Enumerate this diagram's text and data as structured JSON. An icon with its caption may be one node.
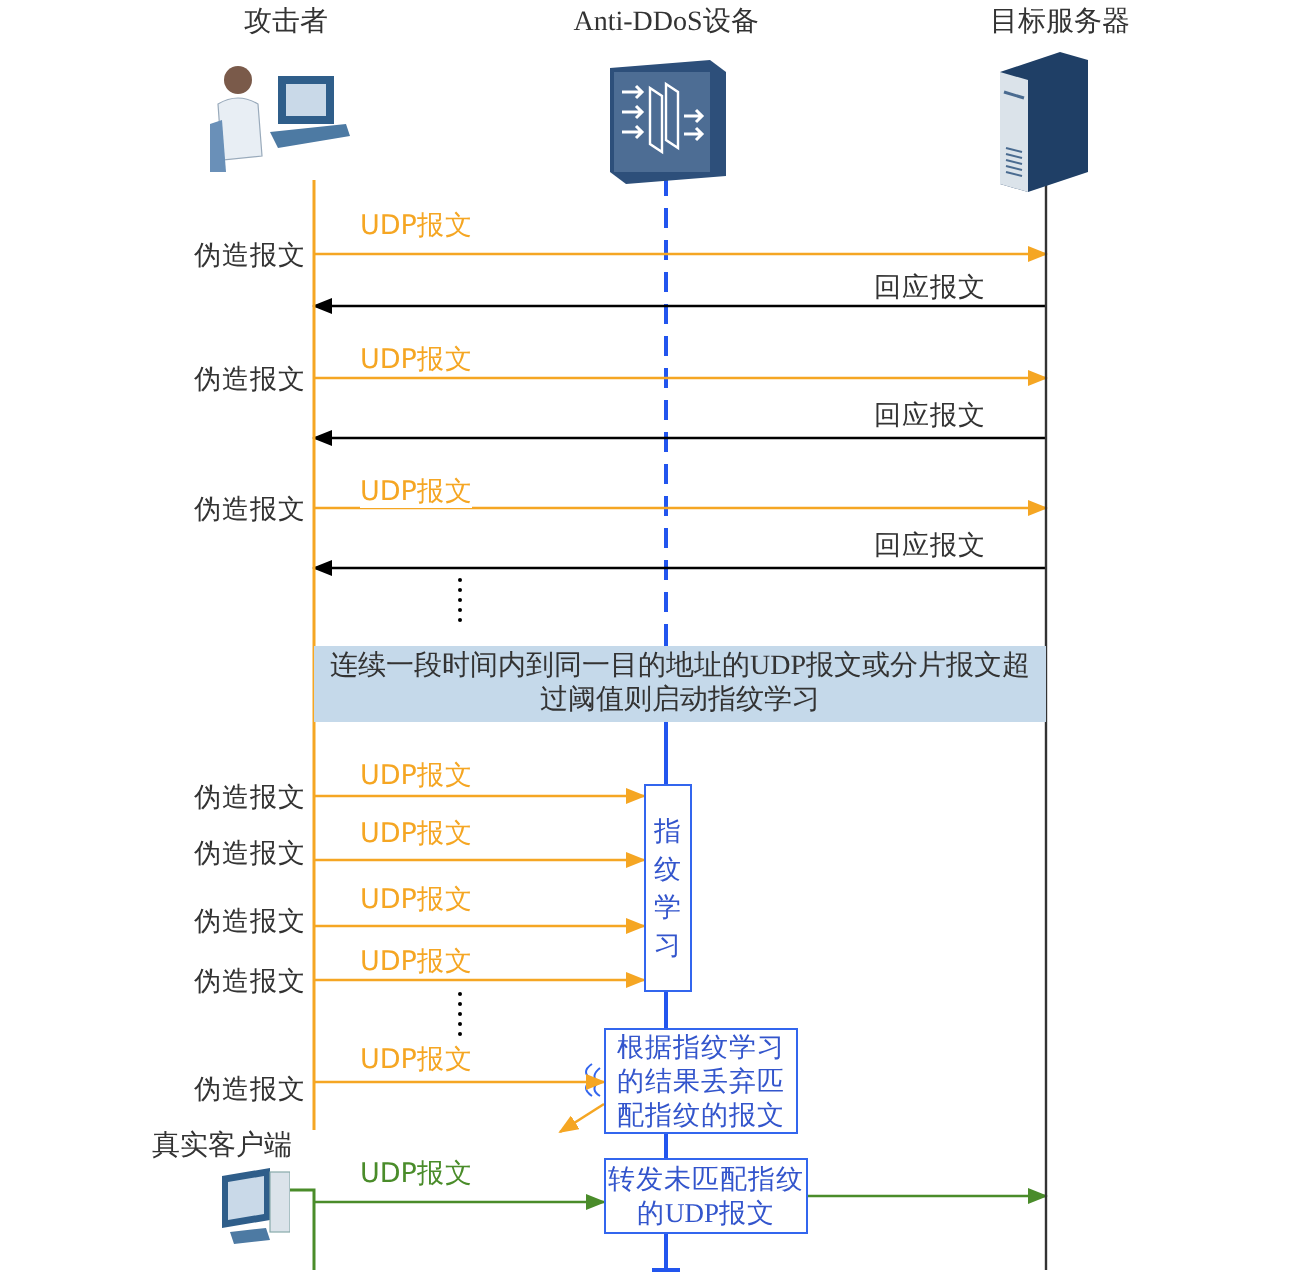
{
  "diagram": {
    "nodes": [
      {
        "text": [
          "攻击者"
        ]
      },
      {
        "text": [
          "Anti-DDoS设备"
        ]
      },
      {
        "text": [
          "目标服务器"
        ]
      },
      {
        "text": [
          "连续一段时间内到同一目的地址的UDP报文或分片报文超过阈值则启动指纹学习"
        ]
      },
      {
        "text": [
          "指纹学习"
        ]
      },
      {
        "text": [
          "根据指纹学习的结果丢弃匹配指纹的报文"
        ]
      },
      {
        "text": [
          "转发未匹配指纹的UDP报文"
        ]
      },
      {
        "text": [
          "真实客户端"
        ]
      }
    ],
    "edges": [
      {
        "from": 0,
        "to": 2,
        "arrow": "to",
        "label": "UDP报文"
      },
      {
        "from": 2,
        "to": 0,
        "arrow": "to",
        "label": "回应报文",
        "color": "#000000"
      },
      {
        "from": 0,
        "to": 2,
        "arrow": "to",
        "label": "UDP报文"
      },
      {
        "from": 2,
        "to": 0,
        "arrow": "to",
        "label": "回应报文",
        "color": "#000000"
      },
      {
        "from": 0,
        "to": 2,
        "arrow": "to",
        "label": "UDP报文"
      },
      {
        "from": 2,
        "to": 0,
        "arrow": "to",
        "label": "回应报文",
        "color": "#000000"
      },
      {
        "from": 0,
        "to": 4,
        "arrow": "to",
        "label": "UDP报文"
      },
      {
        "from": 0,
        "to": 4,
        "arrow": "to",
        "label": "UDP报文"
      },
      {
        "from": 0,
        "to": 4,
        "arrow": "to",
        "label": "UDP报文"
      },
      {
        "from": 0,
        "to": 4,
        "arrow": "to",
        "label": "UDP报文"
      },
      {
        "from": 0,
        "to": 5,
        "arrow": "to",
        "label": "UDP报文"
      },
      {
        "from": 5,
        "to": null,
        "arrow": "to"
      },
      {
        "from": 7,
        "to": 6,
        "arrow": "to",
        "label": "UDP报文",
        "color": "#4a8c2a"
      },
      {
        "from": 6,
        "to": 2,
        "arrow": "to",
        "color": "#4a8c2a"
      }
    ],
    "labels": [
      "伪造报文",
      "伪造报文",
      "伪造报文",
      "伪造报文",
      "伪造报文",
      "伪造报文",
      "伪造报文",
      "伪造报文"
    ]
  }
}
